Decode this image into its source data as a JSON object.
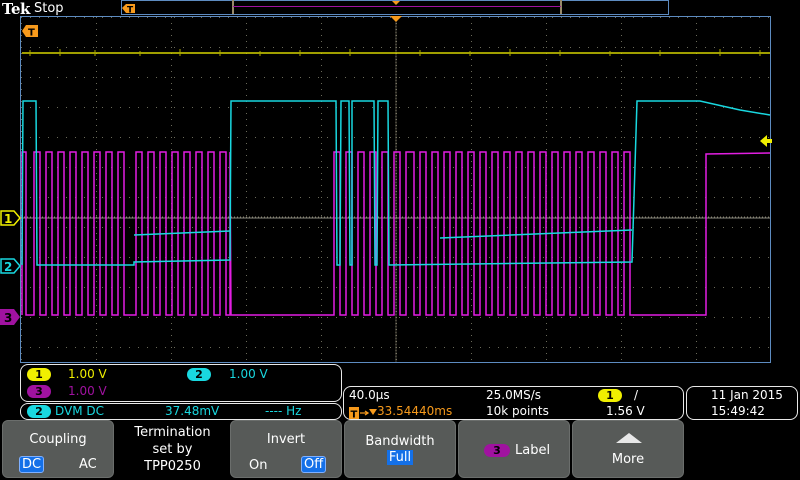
{
  "header": {
    "brand": "Tek",
    "acquisition_state": "Stop"
  },
  "colors": {
    "ch1": "#f0ef00",
    "ch2": "#19d8e0",
    "ch3": "#e21ee2",
    "trigger": "#f79a1c",
    "frame": "#5d8bc0",
    "button_bg": "#575a58",
    "selected": "#1470e8"
  },
  "waveform_area": {
    "trigger_marker_label": "T",
    "channel_markers": [
      {
        "id": "1",
        "label": "1",
        "color": "#f0ef00"
      },
      {
        "id": "2",
        "label": "2",
        "color": "#19d8e0"
      },
      {
        "id": "3",
        "label": "3",
        "color": "#e21ee2"
      }
    ],
    "trigger_level_arrow": "trigger-level-arrow"
  },
  "channel_scales": {
    "ch1": {
      "badge": "1",
      "scale": "1.00 V"
    },
    "ch2": {
      "badge": "2",
      "scale": "1.00 V"
    },
    "ch3": {
      "badge": "3",
      "scale": "1.00 V"
    }
  },
  "dvm": {
    "badge": "2",
    "mode": "DVM DC",
    "value": "37.48mV",
    "frequency": "---- Hz"
  },
  "timebase": {
    "horizontal_scale": "40.0µs",
    "sample_rate": "25.0MS/s",
    "trigger_delay": "33.54440ms",
    "record_length": "10k points"
  },
  "trigger": {
    "source_badge": "1",
    "slope": "/",
    "level": "1.56 V"
  },
  "datetime": {
    "date": "11 Jan  2015",
    "time": "15:49:42"
  },
  "menu": {
    "coupling": {
      "label": "Coupling",
      "options": [
        "DC",
        "AC"
      ],
      "selected": "DC"
    },
    "termination": {
      "line1": "Termination",
      "line2": "set by",
      "line3": "TPP0250"
    },
    "invert": {
      "label": "Invert",
      "options": [
        "On",
        "Off"
      ],
      "selected": "Off"
    },
    "bandwidth": {
      "label": "Bandwidth",
      "value": "Full"
    },
    "label": {
      "badge": "3",
      "label": "Label"
    },
    "more": {
      "label": "More"
    }
  }
}
